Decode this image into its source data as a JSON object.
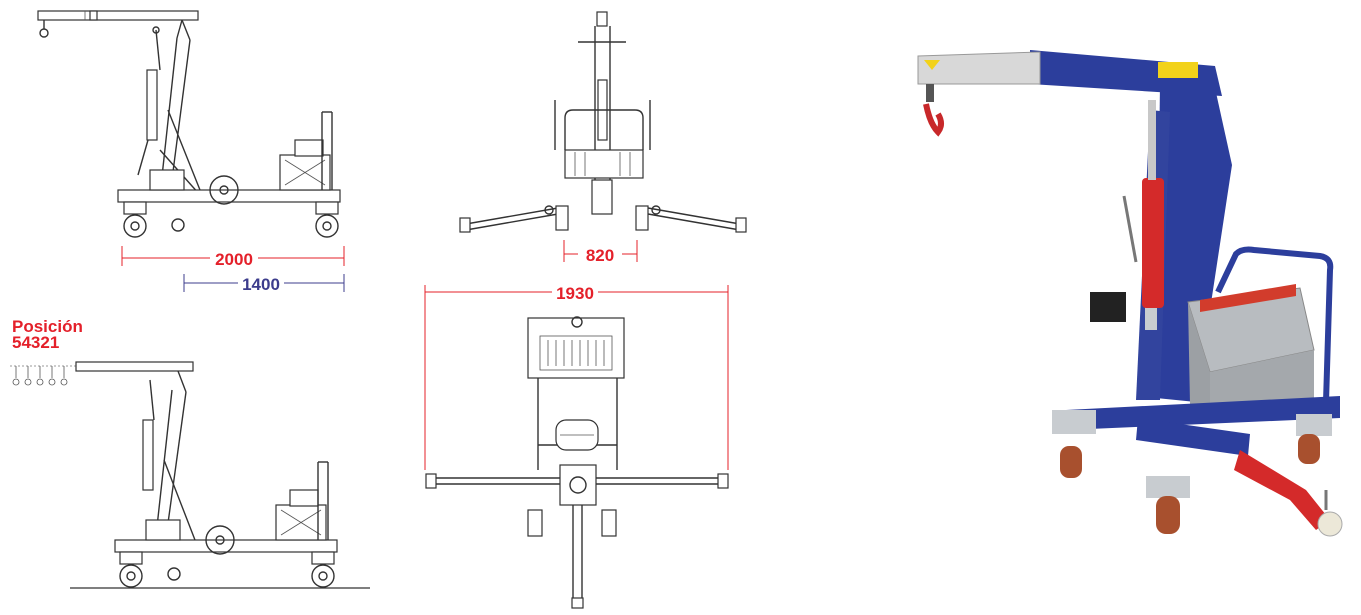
{
  "drawings": {
    "side_view": {
      "dimensions": [
        {
          "value": "2000",
          "color": "#e4202a"
        },
        {
          "value": "1400",
          "color": "#3c3c8c"
        }
      ]
    },
    "front_view": {
      "dimensions": [
        {
          "value": "820",
          "color": "#e4202a"
        }
      ]
    },
    "top_view": {
      "dimensions": [
        {
          "value": "1930",
          "color": "#e4202a"
        }
      ]
    },
    "boom_positions": {
      "label_line1": "Posición",
      "label_line2": "54321"
    }
  },
  "photo": {
    "description_colors": {
      "frame": "#2c3e9c",
      "boom_tip": "#d8d8d8",
      "cylinder": "#d42a2a",
      "counterweight": "#b8bcc0",
      "warning_label": "#f2d21a"
    }
  }
}
